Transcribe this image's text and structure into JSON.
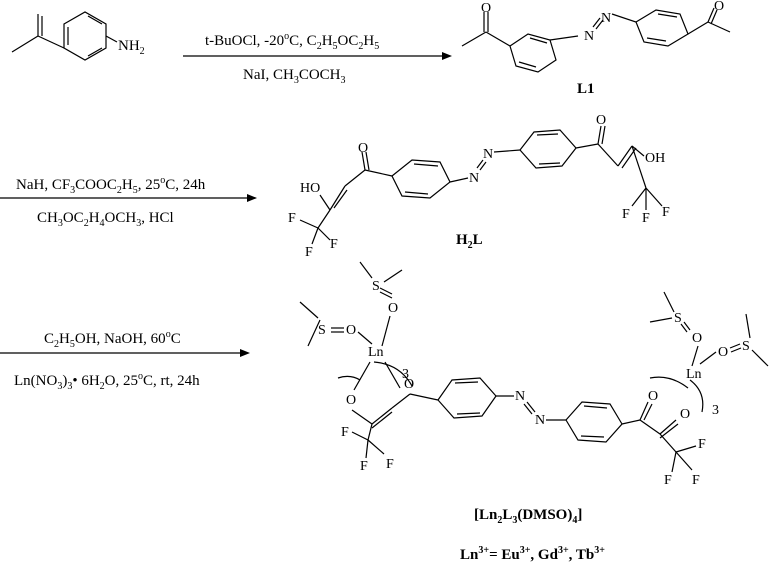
{
  "step1": {
    "above_a": "t-BuOCl, -20",
    "above_sup": "o",
    "above_b": "C, C",
    "above_s1": "2",
    "above_c": "H",
    "above_s2": "5",
    "above_d": "OC",
    "above_s3": "2",
    "above_e": "H",
    "above_s4": "5",
    "below_a": "NaI, CH",
    "below_s1": "3",
    "below_b": "COCH",
    "below_s2": "3"
  },
  "step2": {
    "above_a": "NaH, CF",
    "above_s1": "3",
    "above_b": "COOC",
    "above_s2": "2",
    "above_c": "H",
    "above_s3": "5",
    "above_d": ", 25",
    "above_sup": "o",
    "above_e": "C, 24h",
    "below_a": "CH",
    "below_s1": "3",
    "below_b": "OC",
    "below_s2": "2",
    "below_c": "H",
    "below_s3": "4",
    "below_d": "OCH",
    "below_s4": "3",
    "below_e": ", HCl"
  },
  "step3": {
    "above_a": "C",
    "above_s1": "2",
    "above_b": "H",
    "above_s2": "5",
    "above_c": "OH, NaOH, 60",
    "above_sup": "o",
    "above_d": "C",
    "below_a": "Ln(NO",
    "below_s1": "3",
    "below_b": ")",
    "below_s2": "3",
    "below_c": "• 6H",
    "below_s3": "2",
    "below_d": "O, 25",
    "below_sup": "o",
    "below_e": "C, rt,  24h"
  },
  "labels": {
    "nh2_n": "NH",
    "nh2_s": "2",
    "L1": "L1",
    "H2L_h": "H",
    "H2L_s": "2",
    "H2L_l": "L",
    "complex_a": "[Ln",
    "complex_s1": "2",
    "complex_b": "L",
    "complex_s2": "3",
    "complex_c": "(DMSO)",
    "complex_s3": "4",
    "complex_d": "]",
    "ln_a": "Ln",
    "ln_sup1": "3+",
    "ln_b": "= Eu",
    "ln_sup2": "3+",
    "ln_c": ", Gd",
    "ln_sup3": "3+",
    "ln_d": ", Tb",
    "ln_sup4": "3+"
  },
  "atoms": {
    "O": "O",
    "N": "N",
    "F": "F",
    "S": "S",
    "Ln": "Ln",
    "HO": "HO",
    "OH": "OH",
    "three": "3"
  }
}
